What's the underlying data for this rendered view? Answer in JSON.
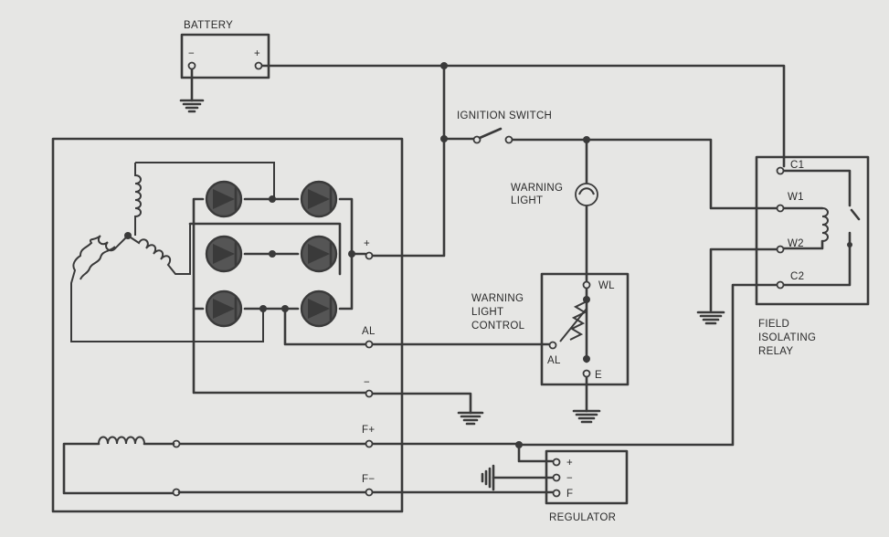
{
  "labels": {
    "battery": "BATTERY",
    "battery_neg": "−",
    "battery_pos": "+",
    "ignition_switch": "IGNITION  SWITCH",
    "warning_light_1": "WARNING",
    "warning_light_2": "LIGHT",
    "plus": "+",
    "al": "AL",
    "minus": "−",
    "f_plus": "F+",
    "f_minus": "F−",
    "wlc_1": "WARNING",
    "wlc_2": "LIGHT",
    "wlc_3": "CONTROL",
    "wl": "WL",
    "al_ctrl": "AL",
    "e": "E",
    "c1": "C1",
    "w1": "W1",
    "w2": "W2",
    "c2": "C2",
    "fir_1": "FIELD",
    "fir_2": "ISOLATING",
    "fir_3": "RELAY",
    "reg_plus": "+",
    "reg_minus": "−",
    "reg_f": "F",
    "regulator": "REGULATOR"
  }
}
